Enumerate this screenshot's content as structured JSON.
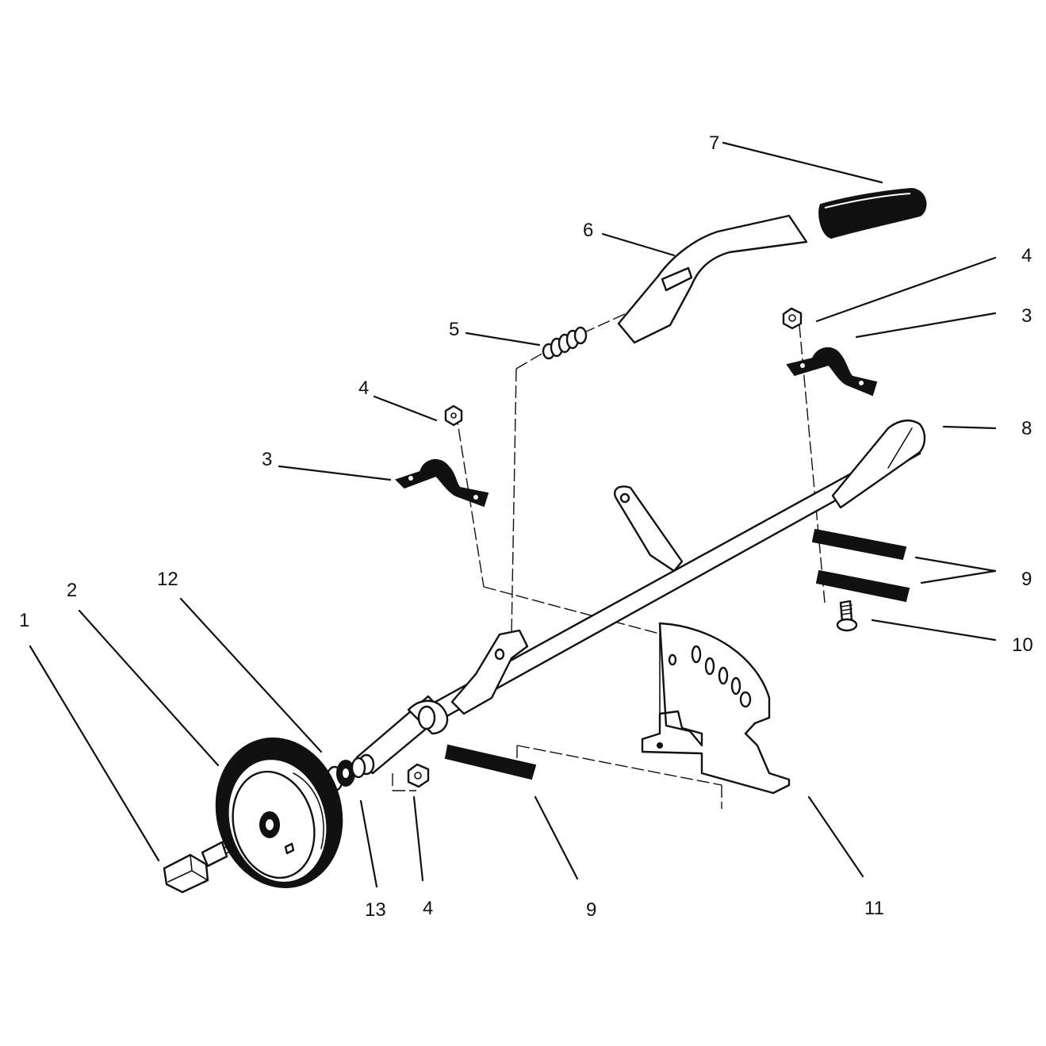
{
  "callouts": {
    "c1": "1",
    "c2": "2",
    "c3_left": "3",
    "c3_right": "3",
    "c4_left": "4",
    "c4_right": "4",
    "c4_bottom": "4",
    "c5": "5",
    "c6": "6",
    "c7": "7",
    "c8": "8",
    "c9_right": "9",
    "c9_bottom": "9",
    "c10": "10",
    "c11": "11",
    "c12": "12",
    "c13": "13"
  }
}
